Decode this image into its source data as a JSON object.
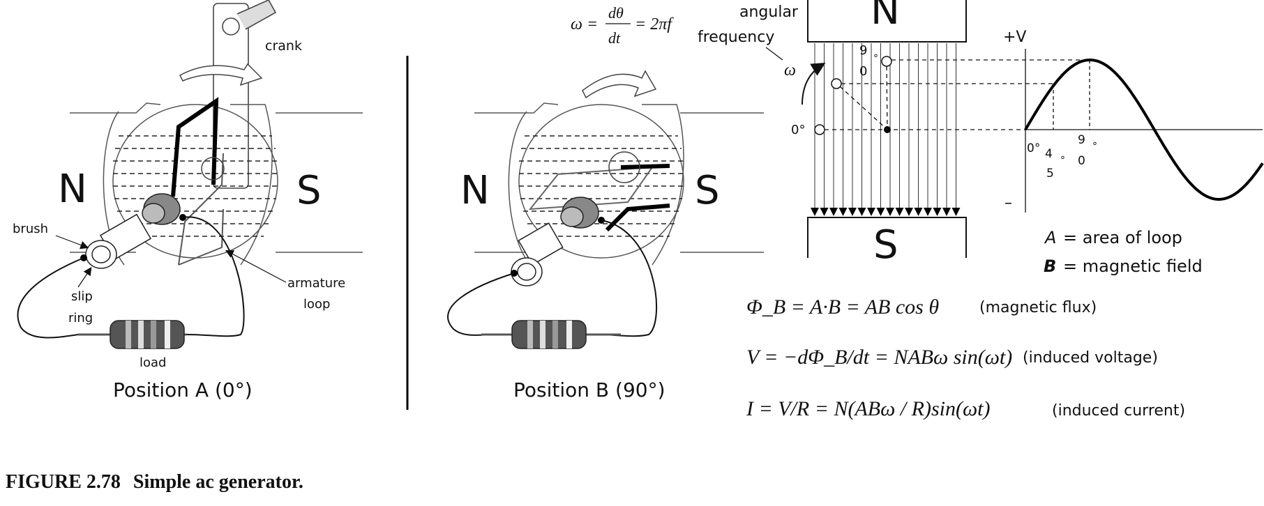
{
  "panel_a": {
    "labels": {
      "crank": "crank",
      "north": "N",
      "south": "S",
      "brush": "brush",
      "slip": "slip",
      "ring": "ring",
      "armature": "armature",
      "loop": "loop",
      "load": "load",
      "position": "Position A (0°)"
    }
  },
  "panel_b": {
    "labels": {
      "north": "N",
      "south": "S",
      "position": "Position B (90°)"
    }
  },
  "panel_c": {
    "omega_eq": {
      "lhs": "ω =",
      "num": "dθ",
      "den": "dt",
      "rhs": "= 2πf"
    },
    "angular": "angular",
    "frequency": "frequency",
    "omega": "ω",
    "north": "N",
    "south": "S",
    "deg0": "0°",
    "deg90_a": "9",
    "deg90_b": "0",
    "deg_sym": "°",
    "graph": {
      "plus_v": "+V",
      "minus": "–",
      "t0": "0°",
      "t45_a": "4",
      "t45_b": "5",
      "t45_deg": "°",
      "t90_a": "9",
      "t90_b": "0",
      "t90_deg": "°"
    },
    "legend": {
      "a_sym": "A",
      "a_text": "= area of loop",
      "b_sym": "B",
      "b_text": "= magnetic field"
    },
    "equations": {
      "flux_formula": "Φ_B = A·B = AB cos θ",
      "flux_label": "(magnetic flux)",
      "voltage_formula": "V = −dΦ_B/dt = NABω sin(ωt)",
      "voltage_label": "(induced voltage)",
      "current_formula": "I = V/R = N(ABω / R)sin(ωt)",
      "current_label": "(induced current)"
    }
  },
  "caption": {
    "number": "FIGURE 2.78",
    "title": "Simple ac generator."
  }
}
